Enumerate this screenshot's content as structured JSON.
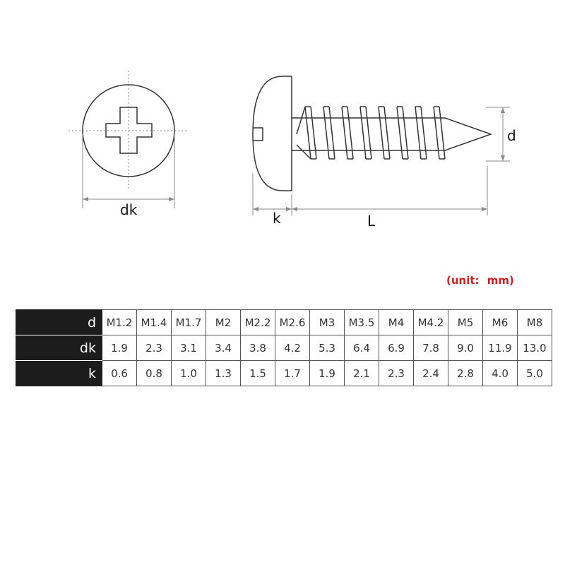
{
  "diagram": {
    "labels": {
      "dk": "dk",
      "k": "k",
      "L": "L",
      "d": "d"
    }
  },
  "unit_note": {
    "prefix": "(unit:",
    "unit": "mm)"
  },
  "table": {
    "rows": [
      {
        "header": "d",
        "cells": [
          "M1.2",
          "M1.4",
          "M1.7",
          "M2",
          "M2.2",
          "M2.6",
          "M3",
          "M3.5",
          "M4",
          "M4.2",
          "M5",
          "M6",
          "M8"
        ]
      },
      {
        "header": "dk",
        "cells": [
          "1.9",
          "2.3",
          "3.1",
          "3.4",
          "3.8",
          "4.2",
          "5.3",
          "6.4",
          "6.9",
          "7.8",
          "9.0",
          "11.9",
          "13.0"
        ]
      },
      {
        "header": "k",
        "cells": [
          "0.6",
          "0.8",
          "1.0",
          "1.3",
          "1.5",
          "1.7",
          "1.9",
          "2.1",
          "2.3",
          "2.4",
          "2.8",
          "4.0",
          "5.0"
        ]
      }
    ]
  },
  "colors": {
    "line": "#333333",
    "unit_note": "#d61e1e",
    "header_bg": "#1c1c1c"
  }
}
